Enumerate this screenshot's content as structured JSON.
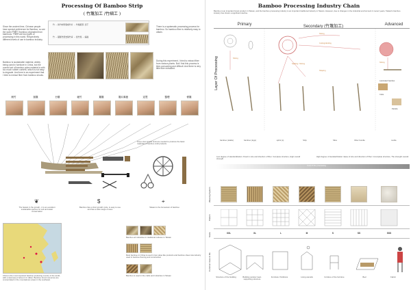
{
  "left": {
    "title": "Processing Of Bamboo Strip",
    "subtitle": "( 竹篾加工 /竹細工 )",
    "intro": "Since the ancient time, Chinese people have special preference for Bamboo, so are the world 竹細工/bamboo originated from bamboos. There are two types of processing in this world. Respectively different levels of use in bamboo industry.",
    "flow1": "竹 → 將竹材劈開成竹片 → 竹篾斷頭, 剖下",
    "flow2": "竹 → 鋸斷竹節去除竹青 → 使竹篾 → 編織",
    "side1": "There is a systematic processing process for bamboo. So bamboo fiber is relatively easy to obtain.",
    "mid_text": "Bamboo is sustainable material, widely being used in furniture in China, but the current set of bamboo poles material is with too much rubber content, which is not easy to degrade. And here is an experiment that I tried to extract fiber from bamboo shoots.",
    "side2": "During this experiment, I tried to extract fiber from various plants. But I find this process is time-consuming and difficult. And there is very little fiber extracted.",
    "steps": [
      "削竹",
      "剖篾",
      "分層",
      "破竹",
      "篾篾",
      "篾片厚度",
      "定寬",
      "整理",
      "修篾"
    ],
    "tools_note": "Only a few simple tools are needed to produce the basic materials of bamboo craft products.",
    "icons": [
      {
        "icon": "leaf-icon",
        "text": "The fastest in the growth - it is an excellent sustainable species for soil and water conservation"
      },
      {
        "icon": "dollar-icon",
        "text": "Bamboo has a short growth cycle, is easy to use and has a wide range of uses"
      },
      {
        "icon": "pin-icon",
        "text": "Taiwan is the hometown of bamboo"
      }
    ],
    "map_caption": "China is the most important bamboo producing country in the world, with a total area of about 4.2 million. Bamboo forest resources are concentrated in the mountainous areas in the southeast.",
    "bullets": [
      "Bamboo art industries in traditional cultures in Taiwan",
      "Most bamboo in China is used in low value like products and bamboo sheet raw industry used in bamboo flooring and construction",
      "Bamboo is used in the crafts and industries in Taiwan"
    ]
  },
  "right": {
    "title": "Bamboo Processing Industry Chain",
    "intro": "Bamboo is an important forest product in Taiwan, and the bamboo processing industry is an important traditional industry in Taiwan. However, due to changes in the industrial environment in recent years, Taiwan's bamboo industry has shown a significant decline.",
    "columns": [
      "Primary",
      "Secondary (竹篾加工)",
      "Advanced"
    ],
    "layer_label": "Layer Of Processing",
    "annotations": [
      "Slicing",
      "Cutting/dividing",
      "Slicing",
      "Splitting / Slicing",
      "Shaping",
      "Slicing"
    ],
    "end_labels": [
      "Laminated bamboo",
      "Cube",
      "Particle"
    ],
    "products": [
      "bamboo (stalks)",
      "bamboo (logs)",
      "splint (s)",
      "Strip",
      "Slice",
      "Fiber bundle",
      "textile"
    ],
    "low_note": "Low degree of standardization: Fixed in size and direction of fiber. Complete structure, High overall strength.",
    "high_note": "High degree of standardization: Ease of size and direction of fiber. Incomplete structure, The strength overall.",
    "bar_label": "Cost of the processing",
    "row_labels": [
      "Weaving System",
      "Pattern",
      "Scale",
      "Common Uses In life"
    ],
    "sizes": [
      "XXL",
      "XL",
      "L",
      "M",
      "S",
      "SS",
      "SSS"
    ],
    "uses": [
      "Structure of the building",
      "Building outdoor load-supporting structure",
      "Furniture: Partitions",
      "Living utensils",
      "furniture of the furniture",
      "Bed",
      "Fabric"
    ]
  }
}
